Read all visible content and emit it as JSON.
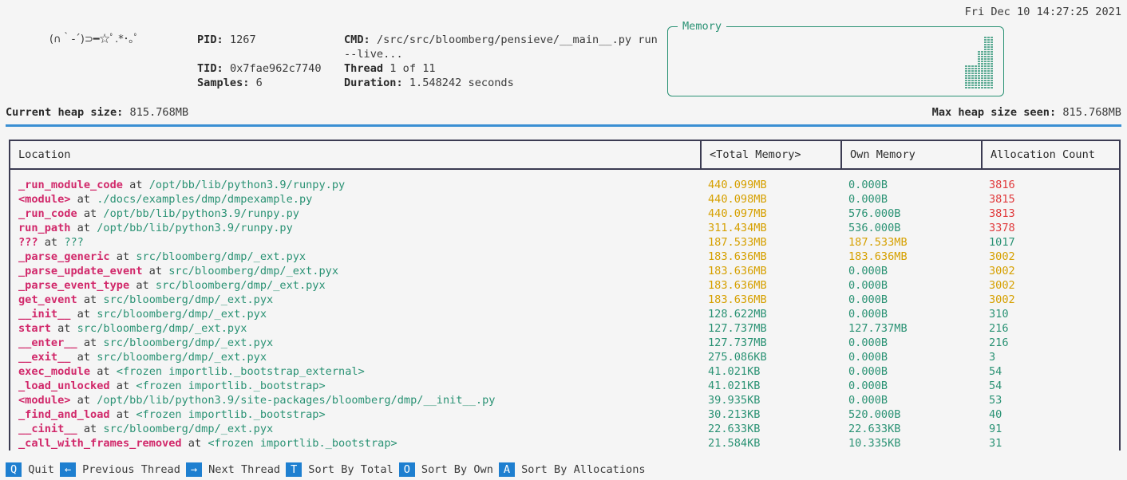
{
  "clock": "Fri Dec 10 14:27:25 2021",
  "kaomoji": "(∩｀-´)⊃━☆ﾟ.*･｡ﾟ",
  "header": {
    "pid_label": "PID:",
    "pid_value": "1267",
    "tid_label": "TID:",
    "tid_value": "0x7fae962c7740",
    "samples_label": "Samples:",
    "samples_value": "6",
    "cmd_label": "CMD:",
    "cmd_value": "/src/src/bloomberg/pensieve/__main__.py run",
    "cmd_value_cont": "--live...",
    "thread_label": "Thread",
    "thread_value": "1 of 11",
    "duration_label": "Duration:",
    "duration_value": "1.548242 seconds"
  },
  "memory_panel": {
    "title": "Memory"
  },
  "heap": {
    "current_label": "Current heap size:",
    "current_value": "815.768MB",
    "max_label": "Max heap size seen:",
    "max_value": "815.768MB"
  },
  "table": {
    "headers": [
      "Location",
      "<Total Memory>",
      "Own Memory",
      "Allocation Count"
    ],
    "rows": [
      {
        "fn": "_run_module_code",
        "at": " at ",
        "path": "/opt/bb/lib/python3.9/runpy.py",
        "total": "440.099MB",
        "own": "0.000B",
        "count": "3816",
        "total_color": "#d6a000",
        "own_color": "#2a9274",
        "count_color": "#e0383a"
      },
      {
        "fn": "<module>",
        "at": " at ",
        "path": "./docs/examples/dmp/dmpexample.py",
        "total": "440.098MB",
        "own": "0.000B",
        "count": "3815",
        "total_color": "#d6a000",
        "own_color": "#2a9274",
        "count_color": "#e0383a"
      },
      {
        "fn": "_run_code",
        "at": " at ",
        "path": "/opt/bb/lib/python3.9/runpy.py",
        "total": "440.097MB",
        "own": "576.000B",
        "count": "3813",
        "total_color": "#d6a000",
        "own_color": "#2a9274",
        "count_color": "#e0383a"
      },
      {
        "fn": "run_path",
        "at": " at ",
        "path": "/opt/bb/lib/python3.9/runpy.py",
        "total": "311.434MB",
        "own": "536.000B",
        "count": "3378",
        "total_color": "#d6a000",
        "own_color": "#2a9274",
        "count_color": "#e0383a"
      },
      {
        "fn": "???",
        "at": " at ",
        "path": "???",
        "total": "187.533MB",
        "own": "187.533MB",
        "count": "1017",
        "total_color": "#d6a000",
        "own_color": "#d6a000",
        "count_color": "#2a9274"
      },
      {
        "fn": "_parse_generic",
        "at": " at ",
        "path": "src/bloomberg/dmp/_ext.pyx",
        "total": "183.636MB",
        "own": "183.636MB",
        "count": "3002",
        "total_color": "#d6a000",
        "own_color": "#d6a000",
        "count_color": "#d6a000"
      },
      {
        "fn": "_parse_update_event",
        "at": " at ",
        "path": "src/bloomberg/dmp/_ext.pyx",
        "total": "183.636MB",
        "own": "0.000B",
        "count": "3002",
        "total_color": "#d6a000",
        "own_color": "#2a9274",
        "count_color": "#d6a000"
      },
      {
        "fn": "_parse_event_type",
        "at": " at ",
        "path": "src/bloomberg/dmp/_ext.pyx",
        "total": "183.636MB",
        "own": "0.000B",
        "count": "3002",
        "total_color": "#d6a000",
        "own_color": "#2a9274",
        "count_color": "#d6a000"
      },
      {
        "fn": "get_event",
        "at": " at ",
        "path": "src/bloomberg/dmp/_ext.pyx",
        "total": "183.636MB",
        "own": "0.000B",
        "count": "3002",
        "total_color": "#d6a000",
        "own_color": "#2a9274",
        "count_color": "#d6a000"
      },
      {
        "fn": "__init__",
        "at": " at ",
        "path": "src/bloomberg/dmp/_ext.pyx",
        "total": "128.622MB",
        "own": "0.000B",
        "count": "310",
        "total_color": "#2a9274",
        "own_color": "#2a9274",
        "count_color": "#2a9274"
      },
      {
        "fn": "start",
        "at": " at ",
        "path": "src/bloomberg/dmp/_ext.pyx",
        "total": "127.737MB",
        "own": "127.737MB",
        "count": "216",
        "total_color": "#2a9274",
        "own_color": "#2a9274",
        "count_color": "#2a9274"
      },
      {
        "fn": "__enter__",
        "at": " at ",
        "path": "src/bloomberg/dmp/_ext.pyx",
        "total": "127.737MB",
        "own": "0.000B",
        "count": "216",
        "total_color": "#2a9274",
        "own_color": "#2a9274",
        "count_color": "#2a9274"
      },
      {
        "fn": "__exit__",
        "at": " at ",
        "path": "src/bloomberg/dmp/_ext.pyx",
        "total": "275.086KB",
        "own": "0.000B",
        "count": "3",
        "total_color": "#2a9274",
        "own_color": "#2a9274",
        "count_color": "#2a9274"
      },
      {
        "fn": "exec_module",
        "at": " at ",
        "path": "<frozen importlib._bootstrap_external>",
        "total": "41.021KB",
        "own": "0.000B",
        "count": "54",
        "total_color": "#2a9274",
        "own_color": "#2a9274",
        "count_color": "#2a9274"
      },
      {
        "fn": "_load_unlocked",
        "at": " at ",
        "path": "<frozen importlib._bootstrap>",
        "total": "41.021KB",
        "own": "0.000B",
        "count": "54",
        "total_color": "#2a9274",
        "own_color": "#2a9274",
        "count_color": "#2a9274"
      },
      {
        "fn": "<module>",
        "at": " at ",
        "path": "/opt/bb/lib/python3.9/site-packages/bloomberg/dmp/__init__.py",
        "total": "39.935KB",
        "own": "0.000B",
        "count": "53",
        "total_color": "#2a9274",
        "own_color": "#2a9274",
        "count_color": "#2a9274"
      },
      {
        "fn": "_find_and_load",
        "at": " at ",
        "path": "<frozen importlib._bootstrap>",
        "total": "30.213KB",
        "own": "520.000B",
        "count": "40",
        "total_color": "#2a9274",
        "own_color": "#2a9274",
        "count_color": "#2a9274"
      },
      {
        "fn": "__cinit__",
        "at": " at ",
        "path": "src/bloomberg/dmp/_ext.pyx",
        "total": "22.633KB",
        "own": "22.633KB",
        "count": "91",
        "total_color": "#2a9274",
        "own_color": "#2a9274",
        "count_color": "#2a9274"
      },
      {
        "fn": "_call_with_frames_removed",
        "at": " at ",
        "path": "<frozen importlib._bootstrap>",
        "total": "21.584KB",
        "own": "10.335KB",
        "count": "31",
        "total_color": "#2a9274",
        "own_color": "#2a9274",
        "count_color": "#2a9274"
      }
    ]
  },
  "footer": [
    {
      "key": "Q",
      "label": "Quit"
    },
    {
      "key": "←",
      "label": "Previous Thread"
    },
    {
      "key": "→",
      "label": "Next Thread"
    },
    {
      "key": "T",
      "label": "Sort By Total"
    },
    {
      "key": "O",
      "label": "Sort By Own"
    },
    {
      "key": "A",
      "label": "Sort By Allocations"
    }
  ],
  "colors": {
    "accent_blue": "#1e7fd0",
    "green": "#2a9274",
    "yellow": "#d6a000",
    "red": "#e0383a",
    "magenta": "#d1286a"
  }
}
